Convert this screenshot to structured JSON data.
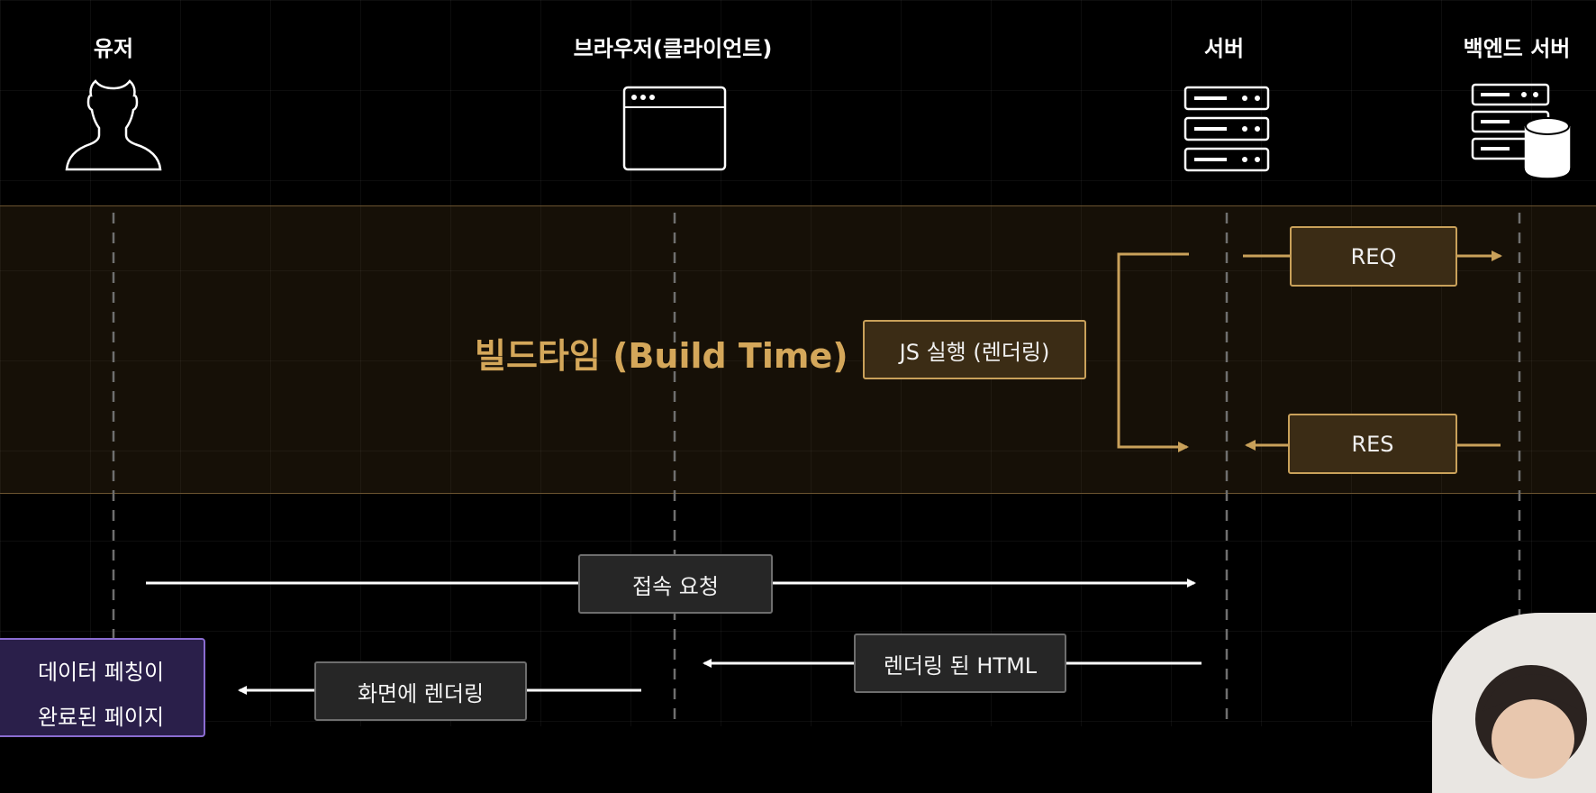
{
  "actors": [
    "유저",
    "브라우저(클라이언트)",
    "서버",
    "백엔드 서버"
  ],
  "build_time_label": "빌드타임 (Build Time)",
  "build_steps": {
    "js_exec": "JS 실행 (렌더링)",
    "req": "REQ",
    "res": "RES"
  },
  "flow": {
    "connect_request": "접속 요청",
    "rendered_html": "렌더링 된 HTML",
    "render_on_screen": "화면에 렌더링"
  },
  "result_box": {
    "line1": "데이터 페칭이",
    "line2": "완료된 페이지"
  },
  "colors": {
    "accent_gold": "#c9a15a",
    "band": "#2a2012",
    "result_purple": "#8a6cd0"
  },
  "icons": [
    "user-icon",
    "browser-window-icon",
    "server-icon",
    "backend-server-database-icon"
  ]
}
